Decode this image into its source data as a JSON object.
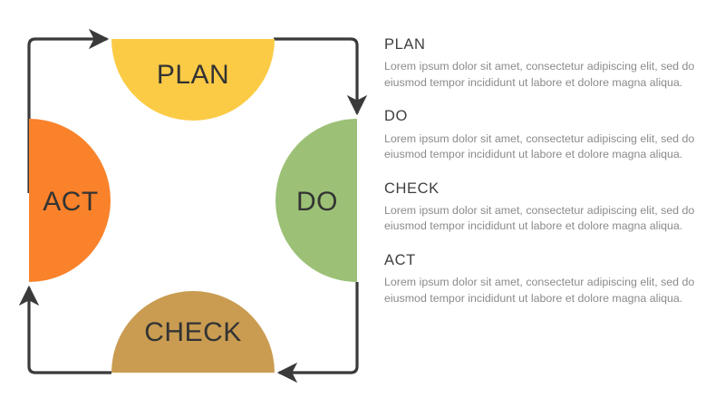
{
  "diagram": {
    "type": "pdca-cycle",
    "flow_direction": "clockwise",
    "nodes": [
      {
        "id": "plan",
        "label": "PLAN",
        "position": "top",
        "color": "#fbcb46",
        "shape": "semicircle-down"
      },
      {
        "id": "do",
        "label": "DO",
        "position": "right",
        "color": "#9cc176",
        "shape": "semicircle-left"
      },
      {
        "id": "check",
        "label": "CHECK",
        "position": "bottom",
        "color": "#c99c52",
        "shape": "semicircle-up"
      },
      {
        "id": "act",
        "label": "ACT",
        "position": "left",
        "color": "#f9822b",
        "shape": "semicircle-right"
      }
    ],
    "connectors": {
      "color": "#3a3a3a",
      "arrows": [
        {
          "from": "act",
          "to": "plan",
          "direction": "right"
        },
        {
          "from": "plan",
          "to": "do",
          "direction": "down"
        },
        {
          "from": "do",
          "to": "check",
          "direction": "left"
        },
        {
          "from": "check",
          "to": "act",
          "direction": "up"
        }
      ]
    }
  },
  "text_panel": {
    "sections": [
      {
        "title": "PLAN",
        "body": "Lorem ipsum dolor sit amet, consectetur adipiscing elit, sed do eiusmod tempor incididunt ut labore et dolore magna aliqua."
      },
      {
        "title": "DO",
        "body": "Lorem ipsum dolor sit amet, consectetur adipiscing elit, sed do eiusmod tempor incididunt ut labore et dolore magna aliqua."
      },
      {
        "title": "CHECK",
        "body": "Lorem ipsum dolor sit amet, consectetur adipiscing elit, sed do eiusmod tempor incididunt ut labore et dolore magna aliqua."
      },
      {
        "title": "ACT",
        "body": "Lorem ipsum dolor sit amet, consectetur adipiscing elit, sed do eiusmod tempor incididunt ut labore et dolore magna aliqua."
      }
    ]
  },
  "colors": {
    "background": "#ffffff",
    "plan": "#fbcb46",
    "do": "#9cc176",
    "check": "#c99c52",
    "act": "#f9822b",
    "connector": "#3a3a3a",
    "heading_text": "#3f3f3f",
    "body_text": "#8b8b8b",
    "node_text": "#333333"
  }
}
